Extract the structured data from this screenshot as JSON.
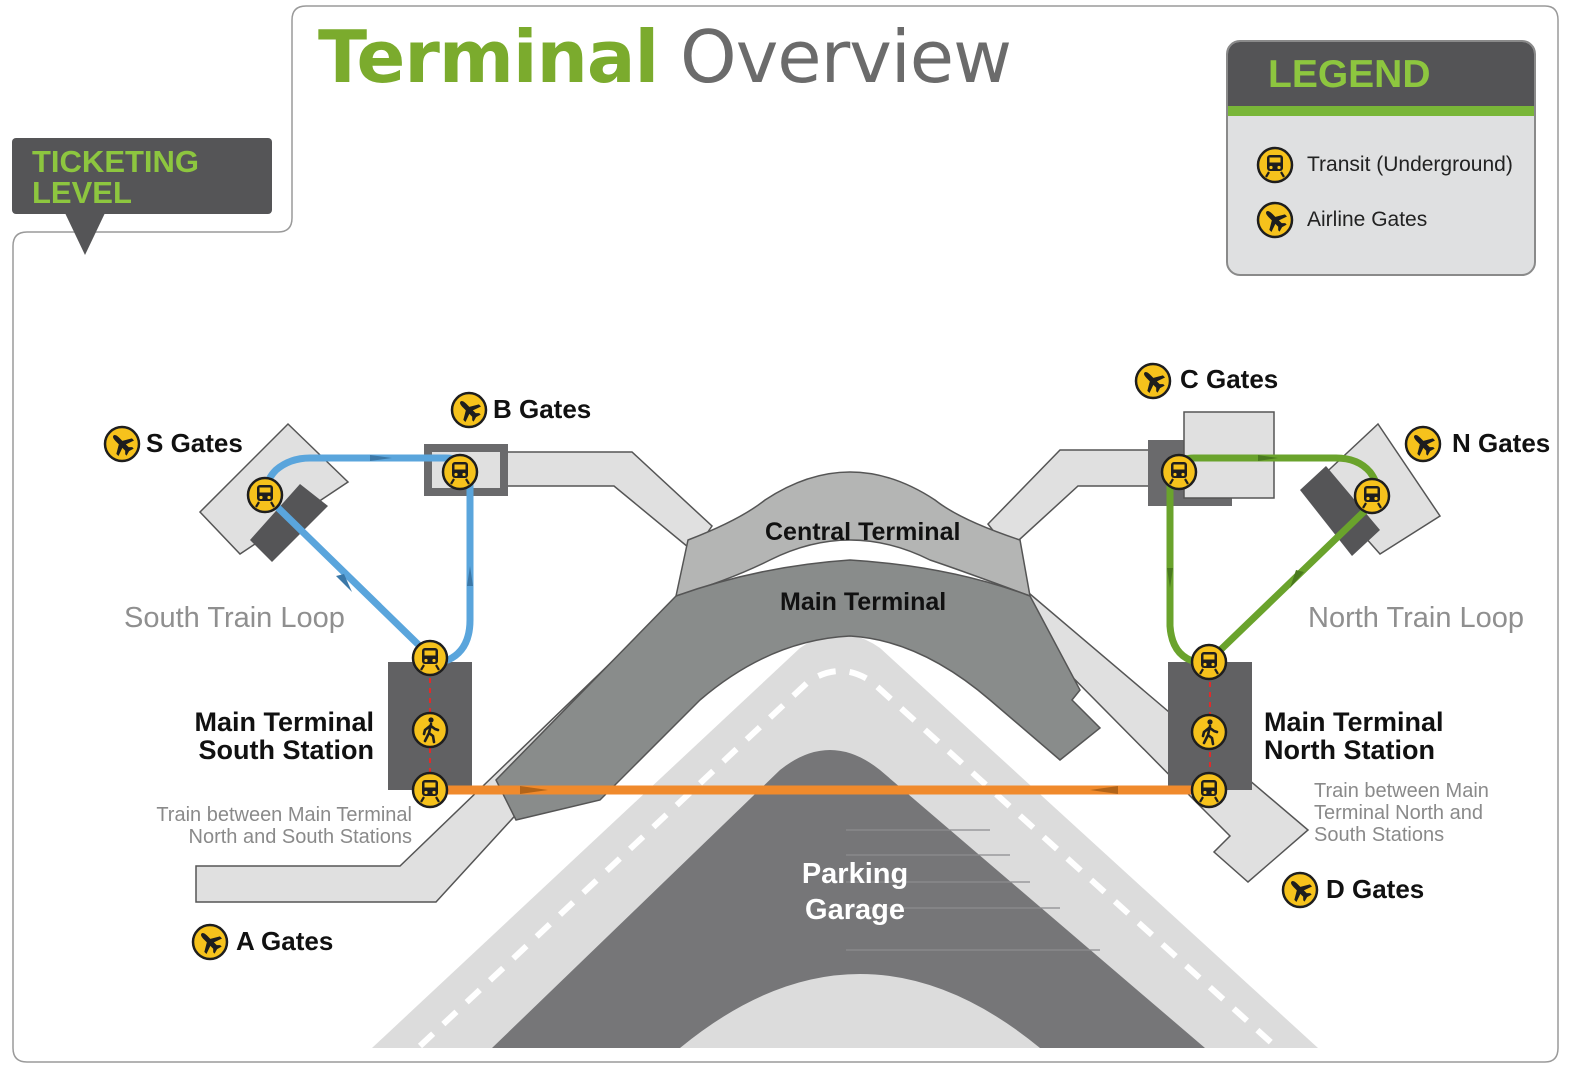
{
  "title": {
    "bold": "Terminal",
    "light": "Overview"
  },
  "level_tag": "TICKETING\nLEVEL",
  "legend": {
    "header": "LEGEND",
    "items": [
      {
        "icon": "train-icon",
        "label": "Transit (Underground)"
      },
      {
        "icon": "airplane-icon",
        "label": "Airline Gates"
      }
    ]
  },
  "gates": {
    "s": "S Gates",
    "b": "B Gates",
    "c": "C Gates",
    "n": "N Gates",
    "a": "A Gates",
    "d": "D Gates"
  },
  "areas": {
    "central_terminal": "Central Terminal",
    "main_terminal": "Main Terminal",
    "parking_garage": "Parking\nGarage"
  },
  "loops": {
    "south": "South Train Loop",
    "north": "North Train Loop"
  },
  "stations": {
    "south": "Main Terminal\nSouth Station",
    "north": "Main Terminal\nNorth Station"
  },
  "notes": {
    "south": "Train between Main Terminal\nNorth and South Stations",
    "north": "Train between Main\nTerminal North and\nSouth Stations"
  },
  "colors": {
    "brand_green": "#7bab2d",
    "legend_green": "#8dc63f",
    "south_loop": "#5aa5dc",
    "north_loop": "#6aa32c",
    "connector": "#f08a2c",
    "icon_yellow": "#f6c21c",
    "walkway": "#e0e0e0",
    "terminal_dark": "#8a8d8c"
  }
}
